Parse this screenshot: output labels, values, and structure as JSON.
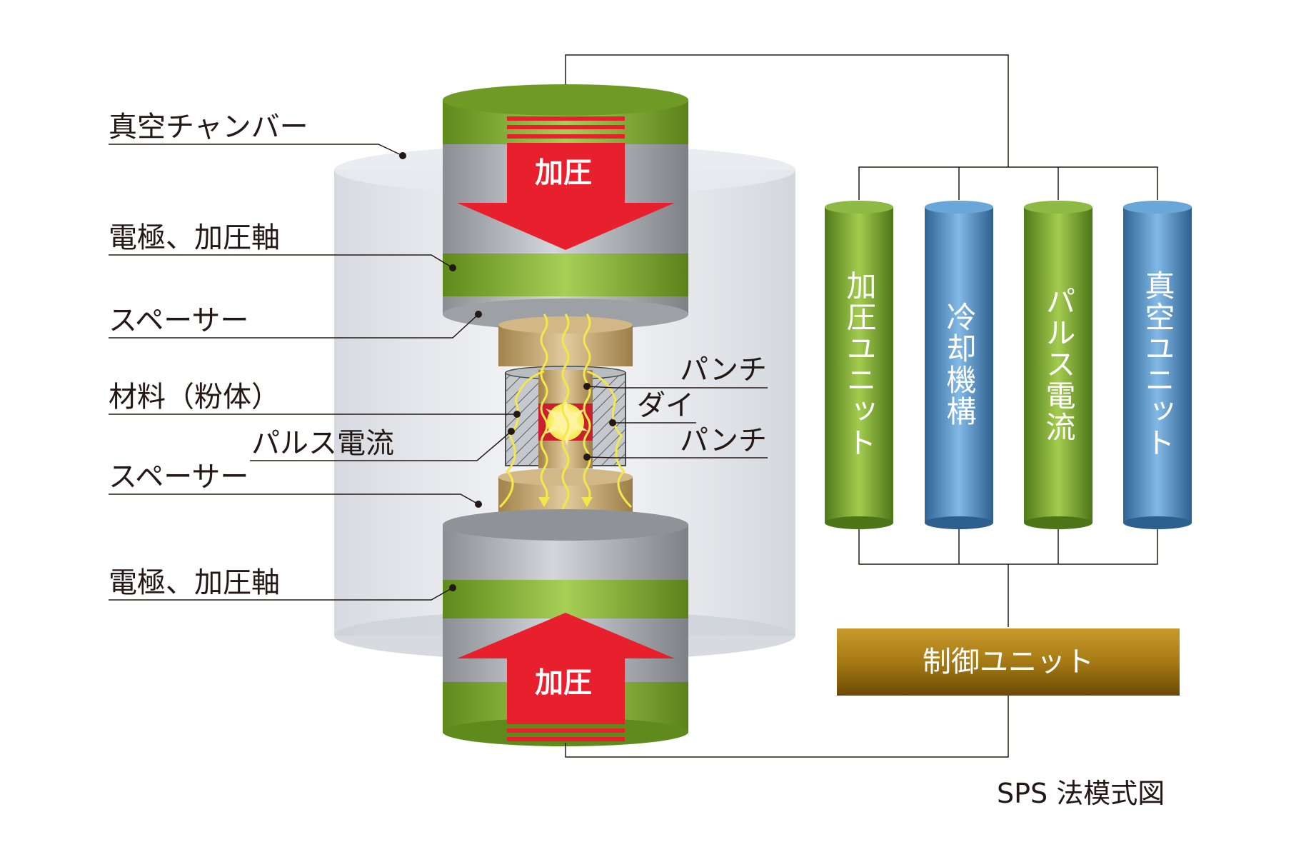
{
  "labels": {
    "vacuum_chamber": "真空チャンバー",
    "electrode_top": "電極、加圧軸",
    "spacer_top": "スペーサー",
    "material": "材料（粉体）",
    "spacer_bottom": "スペーサー",
    "pulse_current": "パルス電流",
    "electrode_bottom": "電極、加圧軸",
    "punch_top": "パンチ",
    "die": "ダイ",
    "punch_bottom": "パンチ"
  },
  "arrows": {
    "top": "加圧",
    "bottom": "加圧"
  },
  "units": [
    {
      "label": "加圧ユニット",
      "color": "green"
    },
    {
      "label": "冷却機構",
      "color": "blue"
    },
    {
      "label": "パルス電流",
      "color": "green"
    },
    {
      "label": "真空ユニット",
      "color": "blue"
    }
  ],
  "control_unit": "制御ユニット",
  "caption": "SPS 法模式図",
  "colors": {
    "electrode_green": "#7aa22e",
    "electrode_gray": "#a8acb1",
    "arrow_red": "#e8202e",
    "spacer_tan": "#c6a772",
    "unit_green": "#6f9b2c",
    "unit_blue": "#4a87c0",
    "control_gold": "#a67a14",
    "pulse_yellow": "#f3e84a"
  }
}
